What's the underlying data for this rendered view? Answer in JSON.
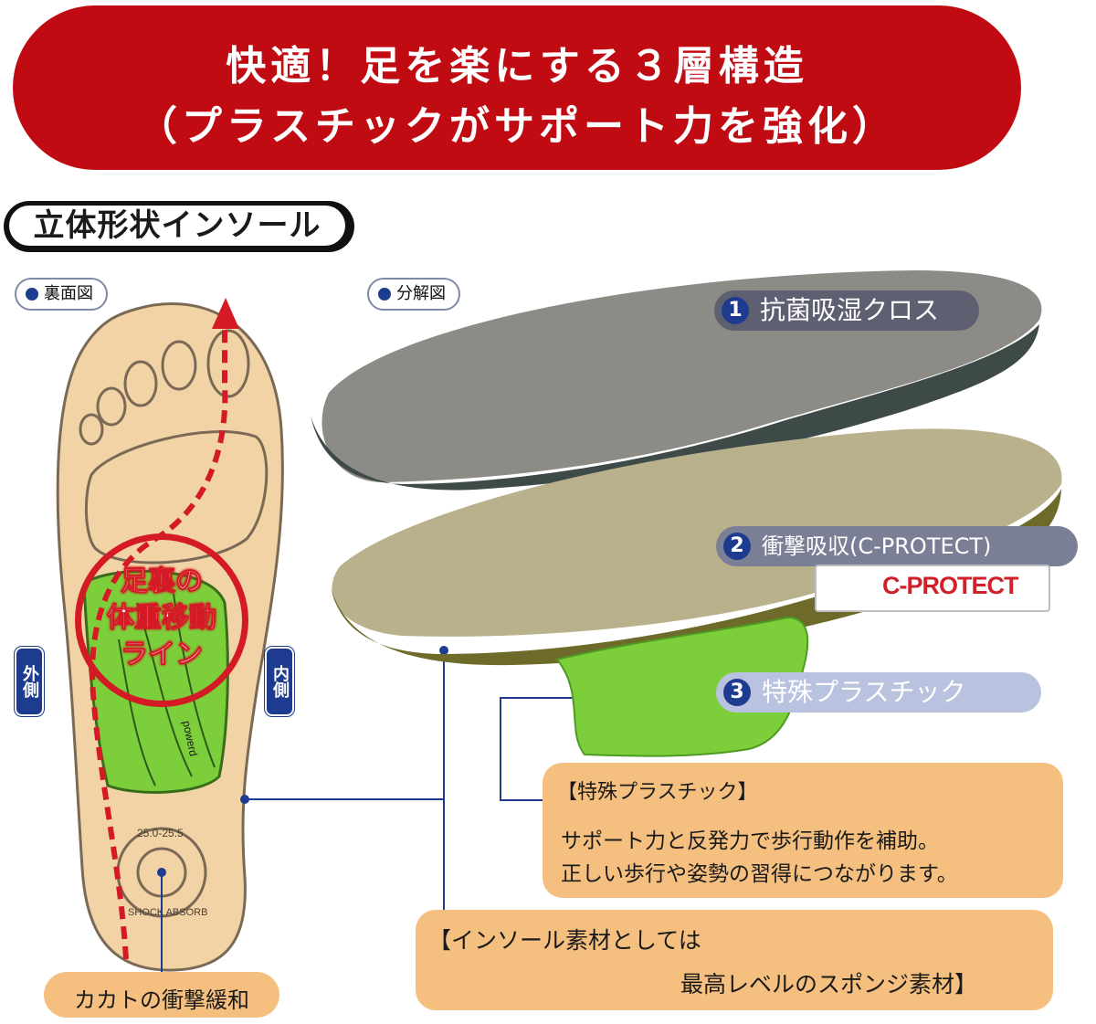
{
  "banner": {
    "line1": "快適！足を楽にする３層構造",
    "line2": "（プラスチックがサポート力を強化）"
  },
  "section_title": "立体形状インソール",
  "views": {
    "back": "裏面図",
    "exploded": "分解図"
  },
  "sides": {
    "outer": "外側",
    "inner": "内側"
  },
  "weight_line": {
    "line1": "足裏の",
    "line2": "体重移動",
    "line3": "ライン"
  },
  "insole_marks": {
    "size": "25.0-25.5",
    "shock": "SHOCK ABSORB",
    "brand": "powerd"
  },
  "layers": [
    {
      "number": "1",
      "label": "抗菌吸湿クロス"
    },
    {
      "number": "2",
      "label": "衝撃吸収(C-PROTECT)"
    },
    {
      "number": "3",
      "label": "特殊プラスチック"
    }
  ],
  "cprotect_logo": "C-PROTECT",
  "info_plastic": {
    "title": "【特殊プラスチック】",
    "line1": "サポート力と反発力で歩行動作を補助。",
    "line2": "正しい歩行や姿勢の習得につながります。"
  },
  "info_sponge": {
    "line1": "【インソール素材としては",
    "line2": "最高レベルのスポンジ素材】"
  },
  "info_heel": "カカトの衝撃緩和",
  "colors": {
    "banner_red": "#c00b13",
    "accent_blue": "#1d3c8f",
    "info_orange": "#f5c07f",
    "insole_beige": "#f2d3a6",
    "plastic_green": "#7ccf3a",
    "cloth_gray": "#8d8b86",
    "arrow_red": "#d41a24"
  }
}
